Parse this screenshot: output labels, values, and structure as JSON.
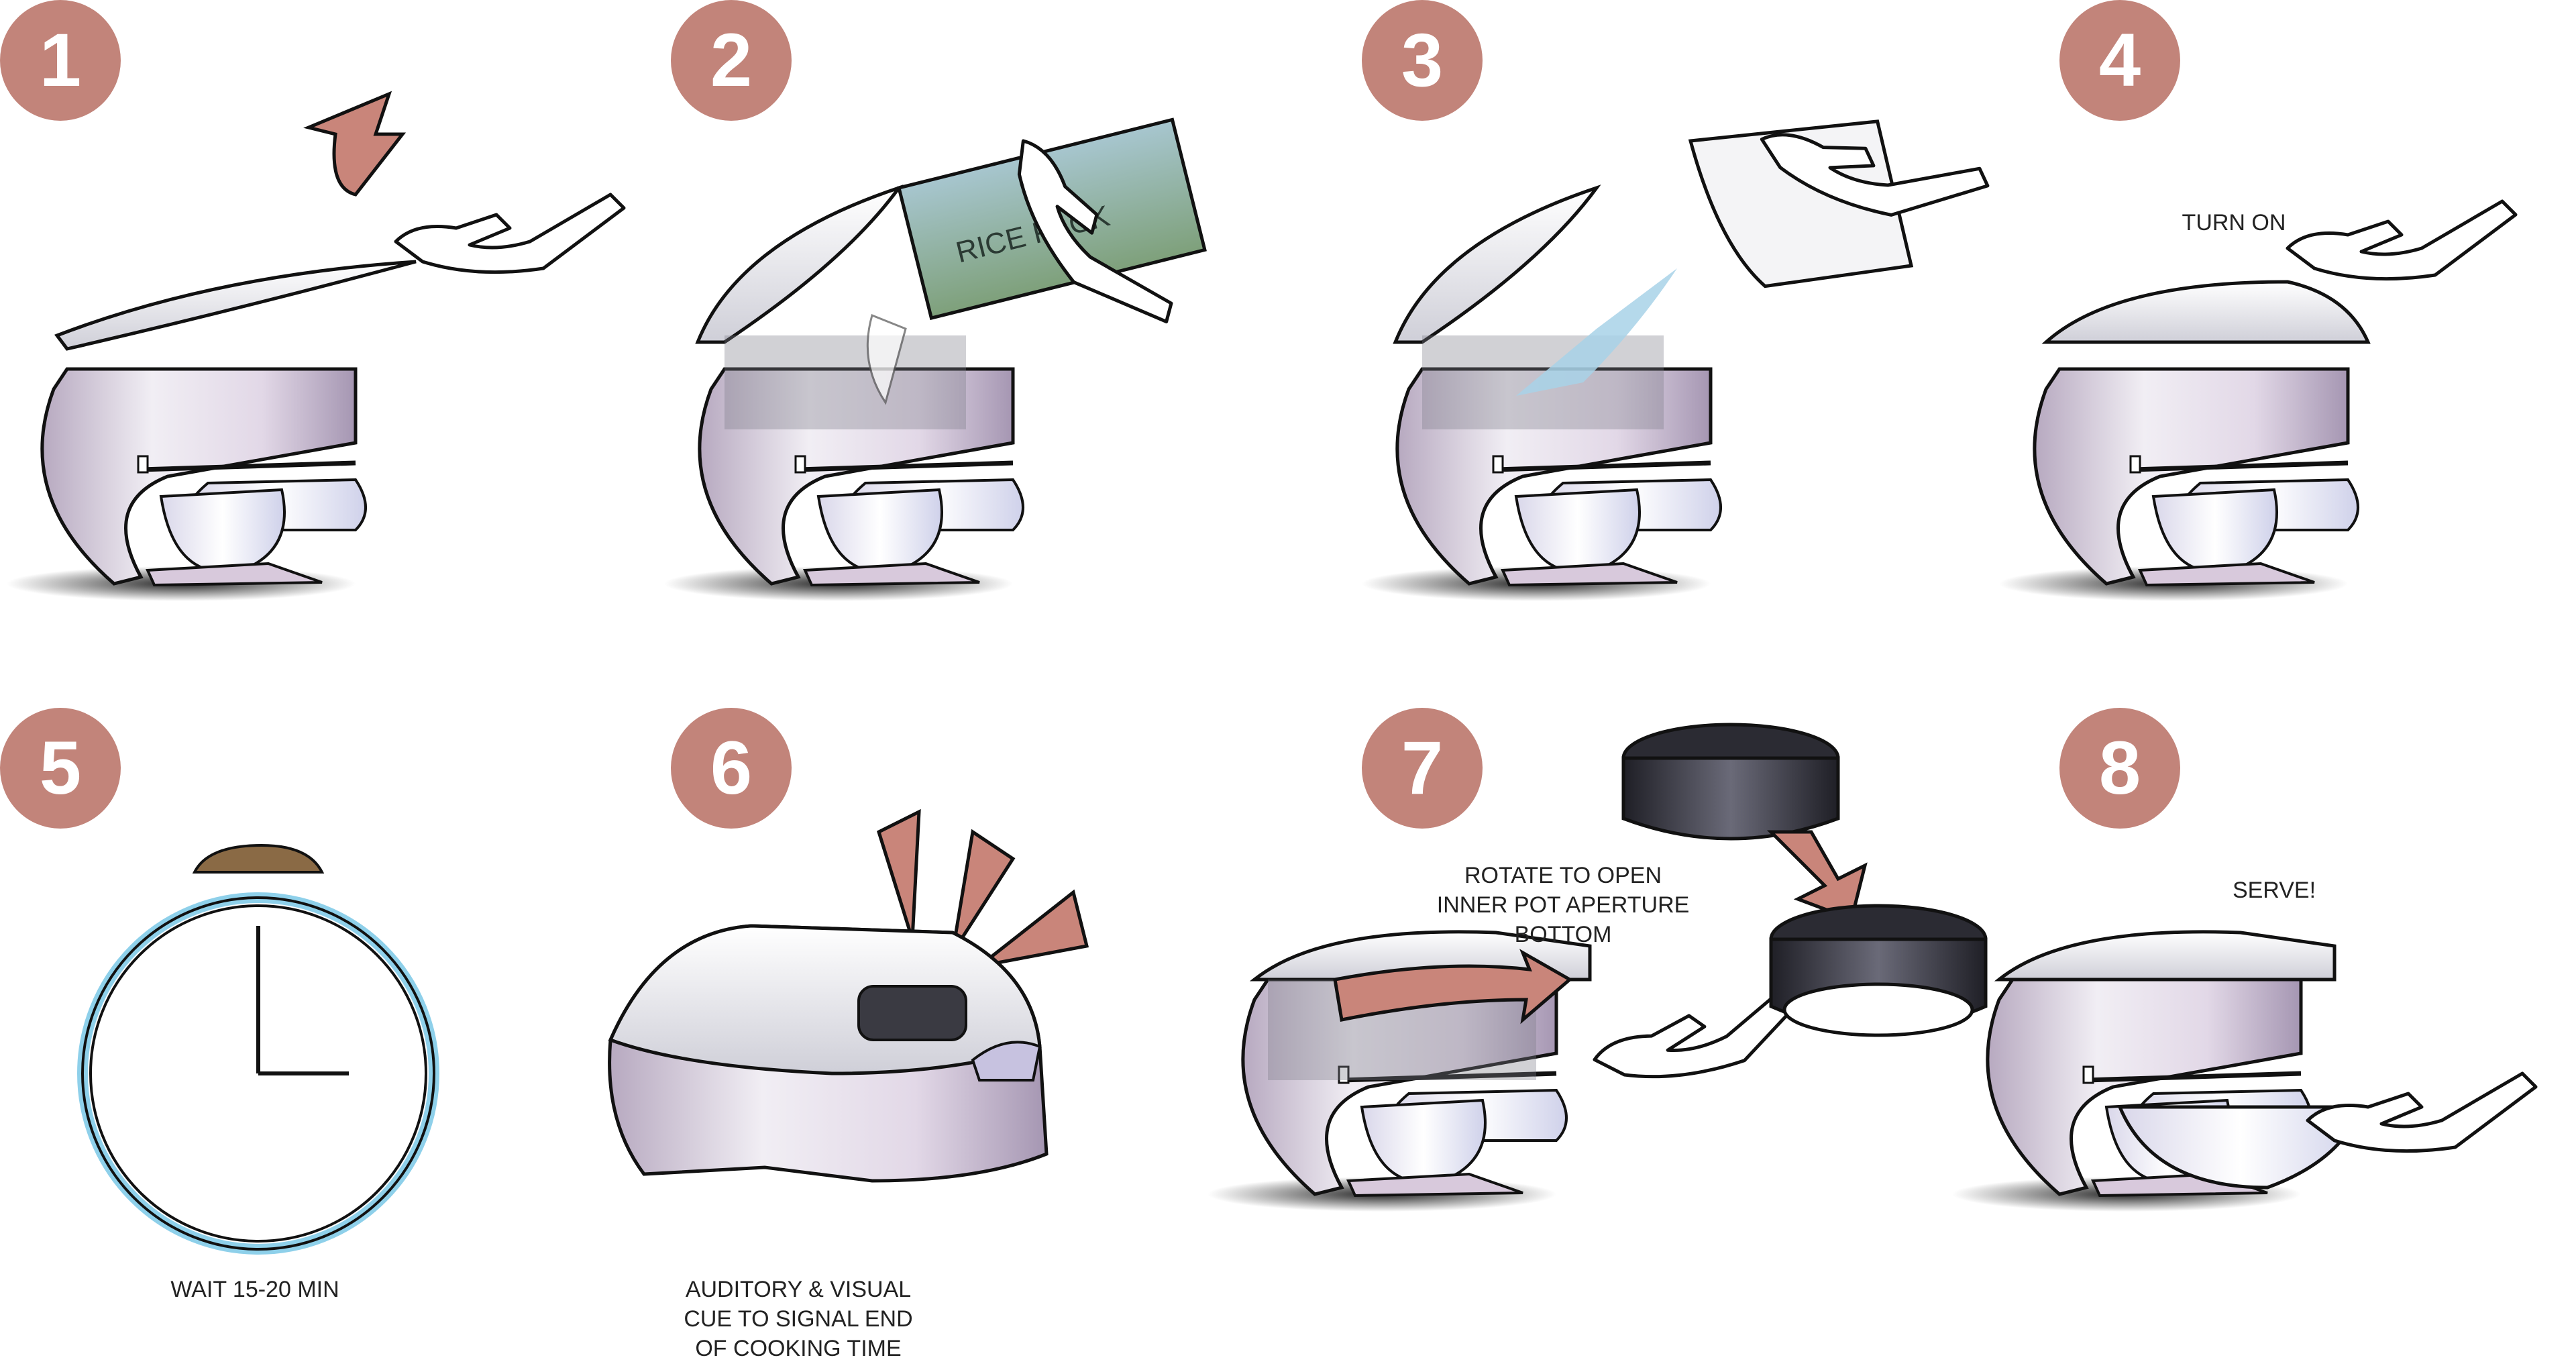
{
  "steps": [
    {
      "number": "1"
    },
    {
      "number": "2",
      "pack_label": "RICE PACK"
    },
    {
      "number": "3"
    },
    {
      "number": "4",
      "caption": "TURN ON"
    },
    {
      "number": "5",
      "caption": "WAIT 15-20 MIN"
    },
    {
      "number": "6",
      "caption": [
        "AUDITORY & VISUAL",
        "CUE TO SIGNAL END",
        "OF COOKING TIME"
      ]
    },
    {
      "number": "7",
      "caption": [
        "ROTATE TO OPEN",
        "INNER POT APERTURE",
        "BOTTOM"
      ]
    },
    {
      "number": "8",
      "caption": "SERVE!"
    }
  ],
  "colors": {
    "badge": "#c2847a",
    "arrow": "#c9857a",
    "lid": "#e9e9ee",
    "body": "#c8bccd",
    "clock_ring": "#8ed0ea",
    "clock_knob": "#8a6a45",
    "rice_pack": "#8fad98",
    "water": "#a8d2e8",
    "cap_dark": "#2b2b33"
  },
  "icons": [
    "arrow-up-icon",
    "hand-icon",
    "rice-pack-icon",
    "water-jug-icon",
    "clock-icon",
    "alert-burst-icon",
    "rotate-arrow-icon",
    "pot-bottom-icon",
    "bowl-icon"
  ]
}
